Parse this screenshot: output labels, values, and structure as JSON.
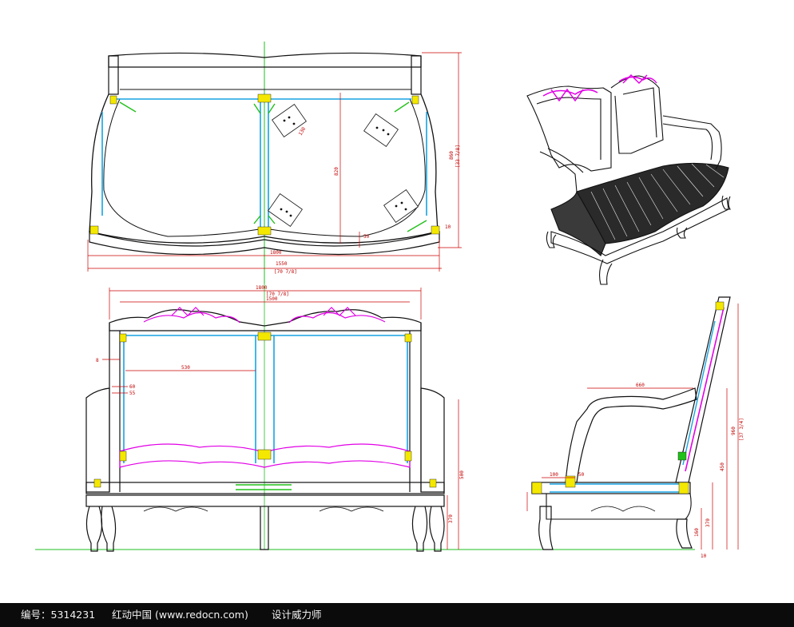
{
  "drawing": {
    "top_view": {
      "dimensions": [
        "1800",
        "1550",
        "[70 7/8]",
        "860",
        "[33 7/8]",
        "820",
        "130",
        "50",
        "10"
      ]
    },
    "front_view": {
      "dimensions": [
        "1800",
        "[70 7/8]",
        "1500",
        "530",
        "60",
        "55",
        "8",
        "500",
        "370"
      ]
    },
    "side_view": {
      "dimensions": [
        "660",
        "960",
        "[37 3/4]",
        "450",
        "370",
        "160",
        "100",
        "50",
        "10"
      ]
    },
    "colors": {
      "outline": "#111111",
      "dimension": "#cc0000",
      "frame": "#17a3e3",
      "joint": "#f4e800",
      "carving": "#e100e6",
      "brace": "#22c01a",
      "ground": "#1fbf1f"
    }
  },
  "footer": {
    "code": "编号：5314231",
    "site": "红动中国 (www.redocn.com)",
    "credit": "设计威力师"
  }
}
